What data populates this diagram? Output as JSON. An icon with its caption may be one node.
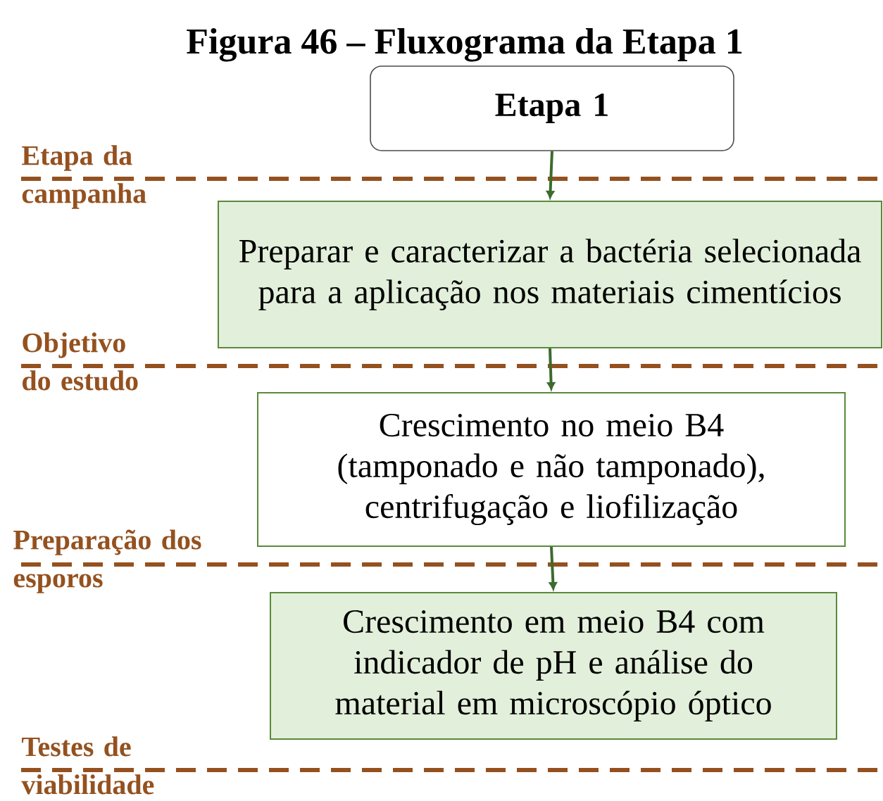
{
  "diagram": {
    "title": "Figura 46 – Fluxograma da Etapa 1",
    "nodes": [
      {
        "text": [
          "Etapa 1"
        ]
      },
      {
        "text": [
          "Preparar e caracterizar a bactéria selecionada para a aplicação nos materiais cimentícios"
        ]
      },
      {
        "text": [
          "Crescimento no meio B4 (tamponado e não tamponado), centrifugação e liofilização"
        ]
      },
      {
        "text": [
          "Crescimento em meio B4 com indicador de pH e análise do material em microscópio óptico"
        ]
      }
    ],
    "edges": [
      {
        "from": 0,
        "to": 1,
        "arrow": "to"
      },
      {
        "from": 1,
        "to": 2,
        "arrow": "to"
      },
      {
        "from": 2,
        "to": 3,
        "arrow": "to"
      }
    ],
    "labels": [
      "Etapa da campanha",
      "Objetivo do estudo",
      "Preparação dos esporos",
      "Testes de viabilidade"
    ]
  }
}
